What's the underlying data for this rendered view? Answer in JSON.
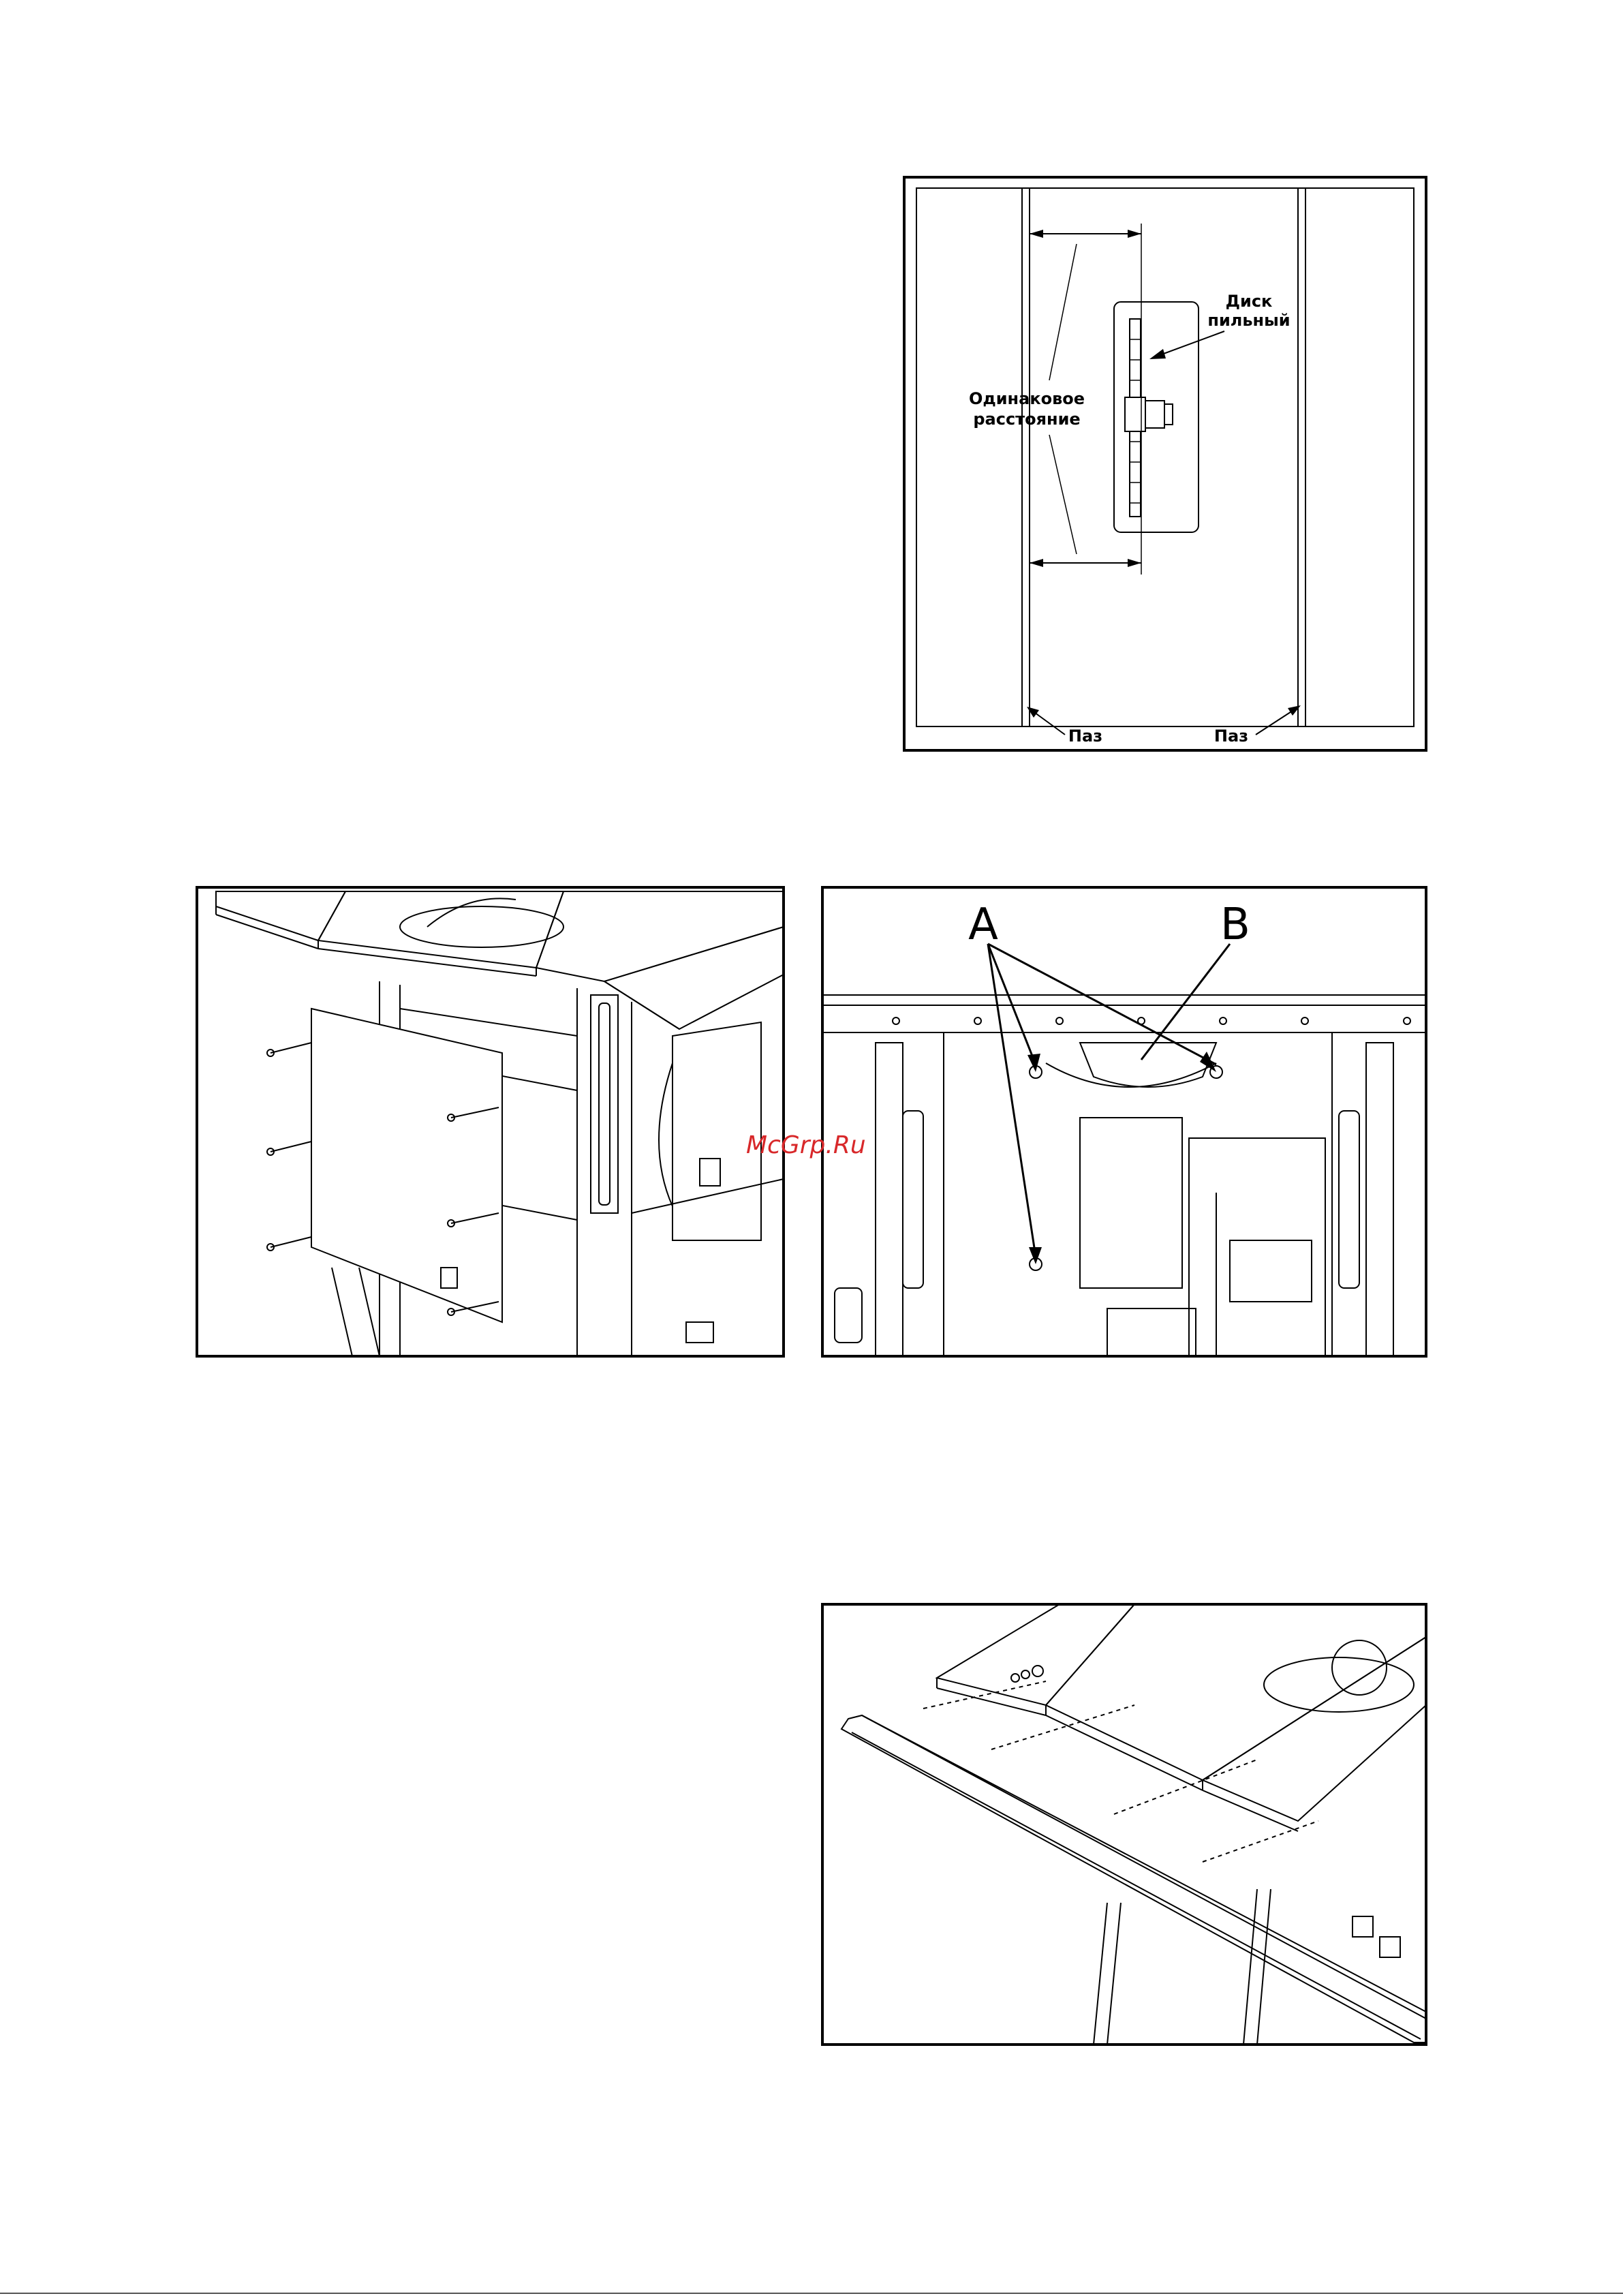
{
  "figure1": {
    "label_blade": "Диск пильный",
    "label_blade_line1": "Диск",
    "label_blade_line2": "пильный",
    "label_distance_line1": "Одинаковое",
    "label_distance_line2": "расстояние",
    "label_slot_left": "Паз",
    "label_slot_right": "Паз"
  },
  "figure3": {
    "label_a": "A",
    "label_b": "B"
  },
  "watermark": "McGrp.Ru"
}
